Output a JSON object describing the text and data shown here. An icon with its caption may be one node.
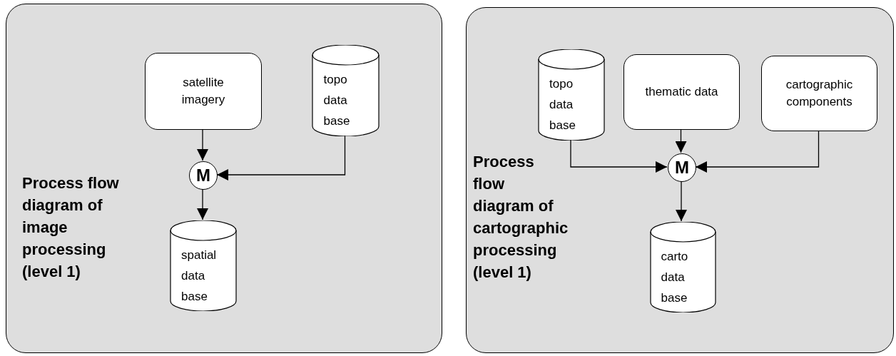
{
  "diagram": {
    "nodes": [
      {
        "text": [
          "Process flow diagram of image processing (level 1)"
        ]
      },
      {
        "text": [
          "satellite imagery"
        ],
        "in": 0
      },
      {
        "text": [
          "topo data base"
        ],
        "in": 0
      },
      {
        "text": [
          "M"
        ],
        "in": 0
      },
      {
        "text": [
          "spatial data base"
        ],
        "in": 0
      },
      {
        "text": [
          "Process flow diagram of cartographic processing (level 1)"
        ]
      },
      {
        "text": [
          "topo data base"
        ],
        "in": 5
      },
      {
        "text": [
          "thematic data"
        ],
        "in": 5
      },
      {
        "text": [
          "cartographic components"
        ],
        "in": 5
      },
      {
        "text": [
          "M"
        ],
        "in": 5
      },
      {
        "text": [
          "carto data base"
        ],
        "in": 5
      }
    ],
    "edges": [
      {
        "from": 1,
        "to": 3,
        "arrow": "to"
      },
      {
        "from": 2,
        "to": 3,
        "arrow": "to"
      },
      {
        "from": 3,
        "to": 4,
        "arrow": "to"
      },
      {
        "from": 6,
        "to": 9,
        "arrow": "to"
      },
      {
        "from": 7,
        "to": 9,
        "arrow": "to"
      },
      {
        "from": 8,
        "to": 9,
        "arrow": "to"
      },
      {
        "from": 9,
        "to": 10,
        "arrow": "to"
      }
    ]
  }
}
